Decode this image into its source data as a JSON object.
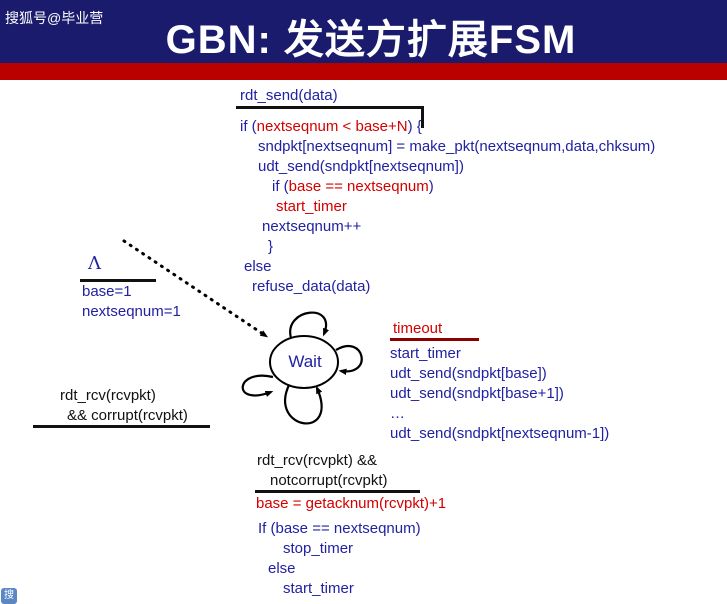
{
  "header": {
    "watermark": "搜狐号@毕业营",
    "title": "GBN: 发送方扩展FSM"
  },
  "colors": {
    "header_bg": "#1b1b6e",
    "red_divider": "#bb0000",
    "text_blue": "#2121a3",
    "text_red": "#d40000",
    "line_black": "#111111"
  },
  "fsm": {
    "state": {
      "label": "Wait"
    },
    "send": {
      "event": "rdt_send(data)",
      "action": [
        {
          "indent": 0,
          "segs": [
            {
              "t": "if (",
              "c": "blue"
            },
            {
              "t": "nextseqnum < base+N",
              "c": "red"
            },
            {
              "t": ") {",
              "c": "blue"
            }
          ]
        },
        {
          "indent": 18,
          "segs": [
            {
              "t": "sndpkt[nextseqnum] = make_pkt(nextseqnum,data,chksum)",
              "c": "blue"
            }
          ]
        },
        {
          "indent": 18,
          "segs": [
            {
              "t": "udt_send(sndpkt[nextseqnum])",
              "c": "blue"
            }
          ]
        },
        {
          "indent": 32,
          "segs": [
            {
              "t": "if (",
              "c": "blue"
            },
            {
              "t": "base == nextseqnum",
              "c": "red"
            },
            {
              "t": ")",
              "c": "blue"
            }
          ]
        },
        {
          "indent": 36,
          "segs": [
            {
              "t": "start_timer",
              "c": "red"
            }
          ]
        },
        {
          "indent": 22,
          "segs": [
            {
              "t": "nextseqnum++",
              "c": "blue"
            }
          ]
        },
        {
          "indent": 28,
          "segs": [
            {
              "t": "}",
              "c": "blue"
            }
          ]
        },
        {
          "indent": 4,
          "segs": [
            {
              "t": "else",
              "c": "blue"
            }
          ]
        },
        {
          "indent": 12,
          "segs": [
            {
              "t": "refuse_data(data)",
              "c": "blue"
            }
          ]
        }
      ]
    },
    "init": {
      "lambda": "Λ",
      "lines": [
        "base=1",
        "nextseqnum=1"
      ]
    },
    "timeout": {
      "event": "timeout",
      "action": [
        {
          "indent": 0,
          "segs": [
            {
              "t": "start_timer",
              "c": "blue"
            }
          ]
        },
        {
          "indent": 0,
          "segs": [
            {
              "t": "udt_send(sndpkt[base])",
              "c": "blue"
            }
          ]
        },
        {
          "indent": 0,
          "segs": [
            {
              "t": "udt_send(sndpkt[base+1])",
              "c": "blue"
            }
          ]
        },
        {
          "indent": 0,
          "segs": [
            {
              "t": "…",
              "c": "blue"
            }
          ]
        },
        {
          "indent": 0,
          "segs": [
            {
              "t": "udt_send(sndpkt[nextseqnum-1])",
              "c": "blue"
            }
          ]
        }
      ]
    },
    "corrupt": {
      "event_lines": [
        "rdt_rcv(rcvpkt)",
        "&& corrupt(rcvpkt)"
      ]
    },
    "ack": {
      "event_lines": [
        "rdt_rcv(rcvpkt) &&",
        "notcorrupt(rcvpkt)"
      ],
      "action_lines": [
        {
          "text": "base = getacknum(rcvpkt)+1",
          "color": "red"
        },
        {
          "text": "If (base == nextseqnum)",
          "color": "blue"
        },
        {
          "text": "stop_timer",
          "color": "blue"
        },
        {
          "text": "else",
          "color": "blue"
        },
        {
          "text": "start_timer",
          "color": "blue"
        }
      ]
    }
  },
  "corner_logo": "搜"
}
